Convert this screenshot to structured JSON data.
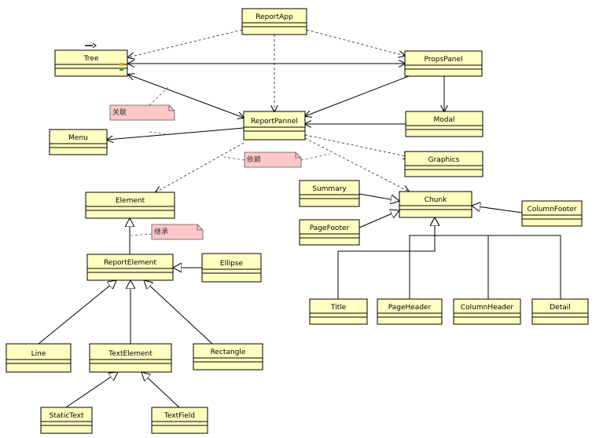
{
  "diagram": {
    "classes": [
      {
        "id": "reportapp",
        "name": "ReportApp"
      },
      {
        "id": "tree",
        "name": "Tree"
      },
      {
        "id": "propspanel",
        "name": "PropsPanel"
      },
      {
        "id": "reportpannel",
        "name": "ReportPannel"
      },
      {
        "id": "menu",
        "name": "Menu"
      },
      {
        "id": "modal",
        "name": "Modal"
      },
      {
        "id": "graphics",
        "name": "Graphics"
      },
      {
        "id": "element",
        "name": "Element"
      },
      {
        "id": "summary",
        "name": "Summary"
      },
      {
        "id": "chunk",
        "name": "Chunk"
      },
      {
        "id": "columnfooter",
        "name": "ColumnFooter"
      },
      {
        "id": "pagefooter",
        "name": "PageFooter"
      },
      {
        "id": "reportelement",
        "name": "ReportElement"
      },
      {
        "id": "ellipse",
        "name": "Ellipse"
      },
      {
        "id": "title",
        "name": "Title"
      },
      {
        "id": "pageheader",
        "name": "PageHeader"
      },
      {
        "id": "columnheader",
        "name": "ColumnHeader"
      },
      {
        "id": "detail",
        "name": "Detail"
      },
      {
        "id": "line",
        "name": "Line"
      },
      {
        "id": "textelement",
        "name": "TextElement"
      },
      {
        "id": "rectangle",
        "name": "Rectangle"
      },
      {
        "id": "statictext",
        "name": "StaticText"
      },
      {
        "id": "textfield",
        "name": "TextField"
      }
    ],
    "notes": [
      {
        "id": "note-association",
        "text": "关联"
      },
      {
        "id": "note-dependency",
        "text": "依赖"
      },
      {
        "id": "note-inheritance",
        "text": "继承"
      }
    ],
    "relations": [
      {
        "from": "reportapp",
        "to": "tree",
        "kind": "dependency"
      },
      {
        "from": "reportapp",
        "to": "propspanel",
        "kind": "dependency"
      },
      {
        "from": "reportapp",
        "to": "reportpannel",
        "kind": "dependency"
      },
      {
        "from": "tree",
        "to": "propspanel",
        "kind": "association-bidirectional"
      },
      {
        "from": "tree",
        "to": "reportpannel",
        "kind": "association-bidirectional"
      },
      {
        "from": "propspanel",
        "to": "reportpannel",
        "kind": "association"
      },
      {
        "from": "propspanel",
        "to": "modal",
        "kind": "association"
      },
      {
        "from": "modal",
        "to": "reportpannel",
        "kind": "association"
      },
      {
        "from": "reportpannel",
        "to": "menu",
        "kind": "association"
      },
      {
        "from": "reportpannel",
        "to": "graphics",
        "kind": "dependency"
      },
      {
        "from": "reportpannel",
        "to": "chunk",
        "kind": "dependency"
      },
      {
        "from": "reportpannel",
        "to": "element",
        "kind": "dependency"
      },
      {
        "from": "summary",
        "to": "chunk",
        "kind": "generalization"
      },
      {
        "from": "pagefooter",
        "to": "chunk",
        "kind": "generalization"
      },
      {
        "from": "columnfooter",
        "to": "chunk",
        "kind": "generalization"
      },
      {
        "from": "title",
        "to": "chunk",
        "kind": "generalization"
      },
      {
        "from": "pageheader",
        "to": "chunk",
        "kind": "generalization"
      },
      {
        "from": "columnheader",
        "to": "chunk",
        "kind": "generalization"
      },
      {
        "from": "detail",
        "to": "chunk",
        "kind": "generalization"
      },
      {
        "from": "reportelement",
        "to": "element",
        "kind": "generalization"
      },
      {
        "from": "ellipse",
        "to": "reportelement",
        "kind": "generalization"
      },
      {
        "from": "line",
        "to": "reportelement",
        "kind": "generalization"
      },
      {
        "from": "textelement",
        "to": "reportelement",
        "kind": "generalization"
      },
      {
        "from": "rectangle",
        "to": "reportelement",
        "kind": "generalization"
      },
      {
        "from": "statictext",
        "to": "textelement",
        "kind": "generalization"
      },
      {
        "from": "textfield",
        "to": "textelement",
        "kind": "generalization"
      }
    ]
  },
  "colors": {
    "class_fill": "#ffffc0",
    "class_stroke": "#000000",
    "note_fill": "#ffc8c8",
    "note_stroke": "#555555",
    "line": "#000000",
    "dependency_line": "#333333"
  }
}
